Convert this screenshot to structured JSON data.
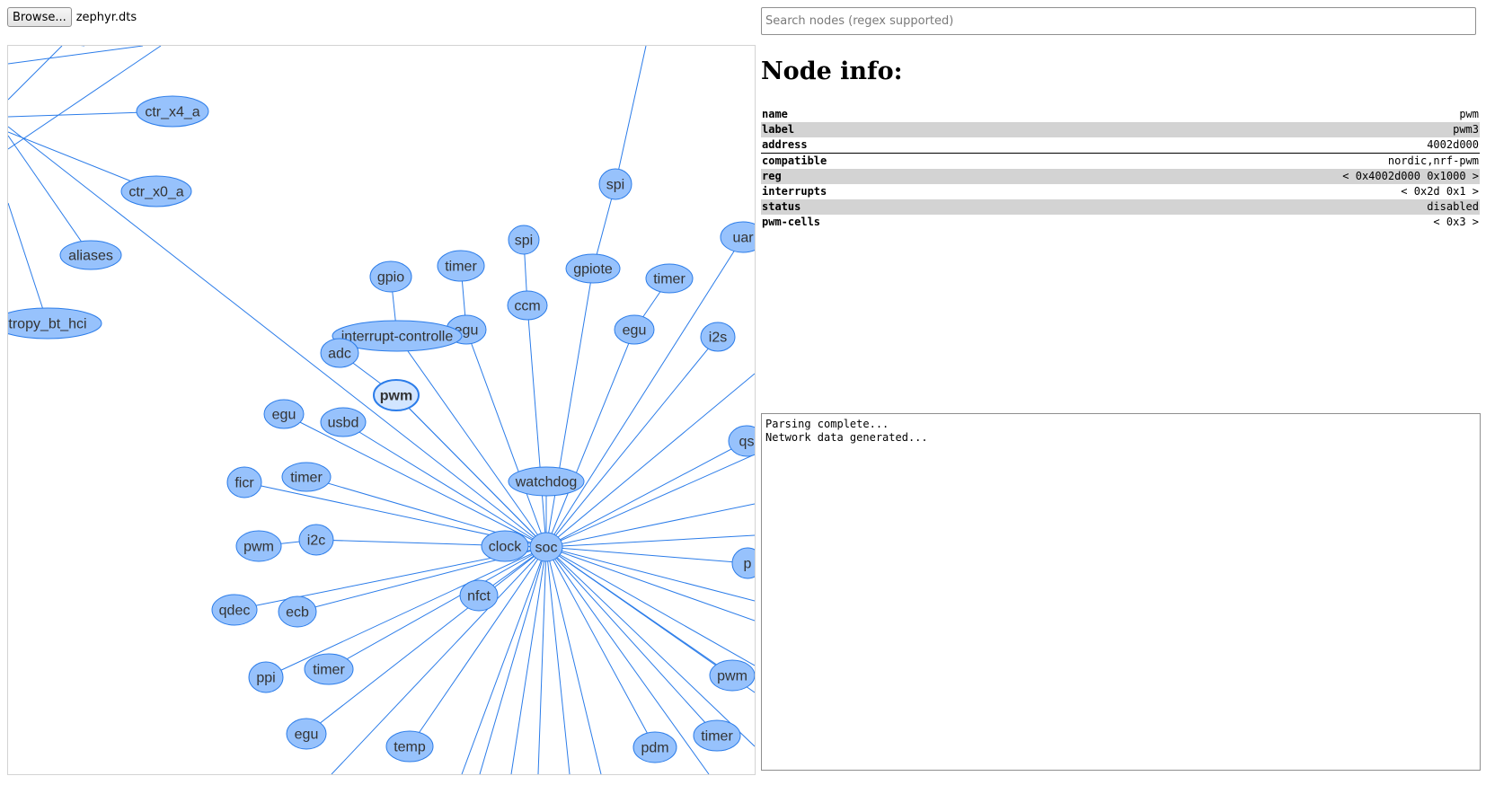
{
  "file": {
    "browse_label": "Browse...",
    "file_name": "zephyr.dts"
  },
  "search": {
    "placeholder": "Search nodes (regex supported)"
  },
  "node_info": {
    "title": "Node info:",
    "rows": [
      {
        "key": "name",
        "value": "pwm"
      },
      {
        "key": "label",
        "value": "pwm3"
      },
      {
        "key": "address",
        "value": "4002d000"
      },
      {
        "key": "compatible",
        "value": "nordic,nrf-pwm"
      },
      {
        "key": "reg",
        "value": "< 0x4002d000 0x1000 >"
      },
      {
        "key": "interrupts",
        "value": "< 0x2d 0x1 >"
      },
      {
        "key": "status",
        "value": "disabled"
      },
      {
        "key": "pwm-cells",
        "value": "< 0x3 >"
      }
    ]
  },
  "log": {
    "lines": [
      "Parsing complete...",
      "Network data generated..."
    ]
  },
  "colors": {
    "edge": "#2b7ce9",
    "node_fill": "#97c2fc",
    "node_stroke": "#2b7ce9",
    "selected_fill": "#d2e5ff"
  },
  "graph": {
    "nodes": [
      {
        "id": "soc",
        "label": "soc"
      },
      {
        "id": "ctr_x4_a",
        "label": "ctr_x4_a"
      },
      {
        "id": "ctr_x0_a",
        "label": "ctr_x0_a"
      },
      {
        "id": "aliases",
        "label": "aliases"
      },
      {
        "id": "entropy",
        "label": "tropy_bt_hci"
      },
      {
        "id": "spi1",
        "label": "spi"
      },
      {
        "id": "spi2",
        "label": "spi"
      },
      {
        "id": "gpio",
        "label": "gpio"
      },
      {
        "id": "timer1",
        "label": "timer"
      },
      {
        "id": "gpiote",
        "label": "gpiote"
      },
      {
        "id": "timer2",
        "label": "timer"
      },
      {
        "id": "uart",
        "label": "uar"
      },
      {
        "id": "ccm",
        "label": "ccm"
      },
      {
        "id": "egu1",
        "label": "egu"
      },
      {
        "id": "intc",
        "label": "interrupt-controlle"
      },
      {
        "id": "egu2",
        "label": "egu"
      },
      {
        "id": "i2s",
        "label": "i2s"
      },
      {
        "id": "adc",
        "label": "adc"
      },
      {
        "id": "pwm_sel",
        "label": "pwm"
      },
      {
        "id": "egu3",
        "label": "egu"
      },
      {
        "id": "usbd",
        "label": "usbd"
      },
      {
        "id": "qs",
        "label": "qs"
      },
      {
        "id": "ficr",
        "label": "ficr"
      },
      {
        "id": "timer3",
        "label": "timer"
      },
      {
        "id": "watchdog",
        "label": "watchdog"
      },
      {
        "id": "pwm2",
        "label": "pwm"
      },
      {
        "id": "i2c",
        "label": "i2c"
      },
      {
        "id": "clock",
        "label": "clock"
      },
      {
        "id": "p",
        "label": "p"
      },
      {
        "id": "qdec",
        "label": "qdec"
      },
      {
        "id": "ecb",
        "label": "ecb"
      },
      {
        "id": "nfct",
        "label": "nfct"
      },
      {
        "id": "ppi",
        "label": "ppi"
      },
      {
        "id": "timer4",
        "label": "timer"
      },
      {
        "id": "pwm3",
        "label": "pwm"
      },
      {
        "id": "egu4",
        "label": "egu"
      },
      {
        "id": "temp",
        "label": "temp"
      },
      {
        "id": "pdm",
        "label": "pdm"
      },
      {
        "id": "timer5",
        "label": "timer"
      }
    ],
    "selected": "pwm_sel"
  }
}
